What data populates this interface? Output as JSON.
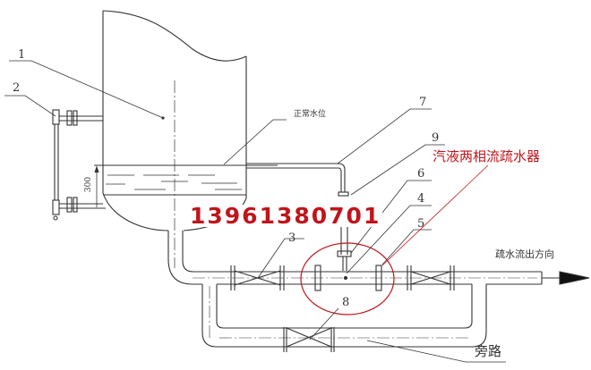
{
  "labels": {
    "n1": "1",
    "n2": "2",
    "n3": "3",
    "n4": "4",
    "n5": "5",
    "n6": "6",
    "n7": "7",
    "n8": "8",
    "n9": "9"
  },
  "dimension": "300",
  "normal_level": "正常水位",
  "device_name": "汽液两相流疏水器",
  "phone": "13961380701",
  "flow_direction": "疏水流出方向",
  "bypass": "旁路",
  "colors": {
    "line": "#333333",
    "highlight": "#c0151b"
  }
}
